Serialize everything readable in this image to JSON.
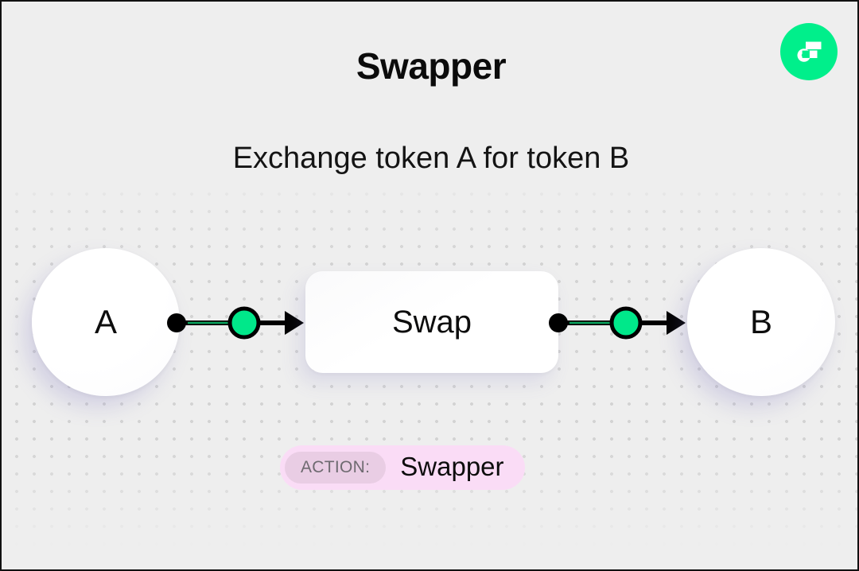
{
  "header": {
    "title": "Swapper",
    "subtitle": "Exchange token A for token B",
    "logo_icon": "flow-logo-icon"
  },
  "diagram": {
    "nodes": [
      {
        "id": "token-a",
        "label": "A",
        "shape": "circle"
      },
      {
        "id": "swap",
        "label": "Swap",
        "shape": "rounded-rect"
      },
      {
        "id": "token-b",
        "label": "B",
        "shape": "circle"
      }
    ],
    "connectors": [
      {
        "id": "a-to-swap",
        "from": "token-a",
        "to": "swap",
        "icon": "arrow-right-icon"
      },
      {
        "id": "swap-to-b",
        "from": "swap",
        "to": "token-b",
        "icon": "arrow-right-icon"
      }
    ]
  },
  "action_badge": {
    "key": "ACTION:",
    "value": "Swapper"
  },
  "colors": {
    "background": "#eeeeee",
    "dot_grid": "#d3d3d3",
    "accent_green": "#00ef8b",
    "node_surface": "#ffffff",
    "badge_outer": "#fadcf6",
    "badge_inner": "#e9cde4",
    "badge_key_text": "#6e6a70",
    "text_primary": "#0d0d0d",
    "connector_stroke": "#000000"
  }
}
